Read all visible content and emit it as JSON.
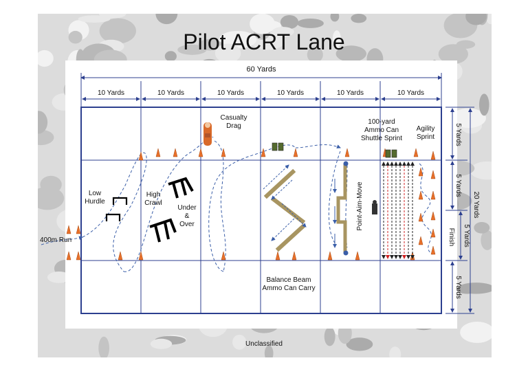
{
  "title": "Pilot ACRT Lane",
  "total_width_label": "60 Yards",
  "segment_label": "10 Yards",
  "right_labels": {
    "row1": "5 Yards",
    "row2": "5 Yards",
    "row3": "5 Yards",
    "row4": "5 Yards",
    "total": "20 Yards"
  },
  "stations": {
    "run": "400m Run",
    "low_hurdle": "Low\nHurdle",
    "high_crawl": "High\nCrawl",
    "under_over": "Under\n&\nOver",
    "casualty_drag": "Casualty\nDrag",
    "balance_beam": "Balance Beam\nAmmo Can Carry",
    "point_aim_move": "Point-Aim-Move",
    "ammo_sprint": "100-yard\nAmmo Can\nShuttle Sprint",
    "agility": "Agility\nSprint",
    "finish": "Finish"
  },
  "footer": "Unclassified",
  "colors": {
    "lane_border": "#2c3f8f",
    "grid_line": "#2c3f8f",
    "path": "#3a5ea8",
    "cone": "#e8702a",
    "beam": "#a89561",
    "camo_light": "#dcdcdc",
    "camo_mid": "#c4c4c4",
    "camo_dark": "#ababab"
  }
}
